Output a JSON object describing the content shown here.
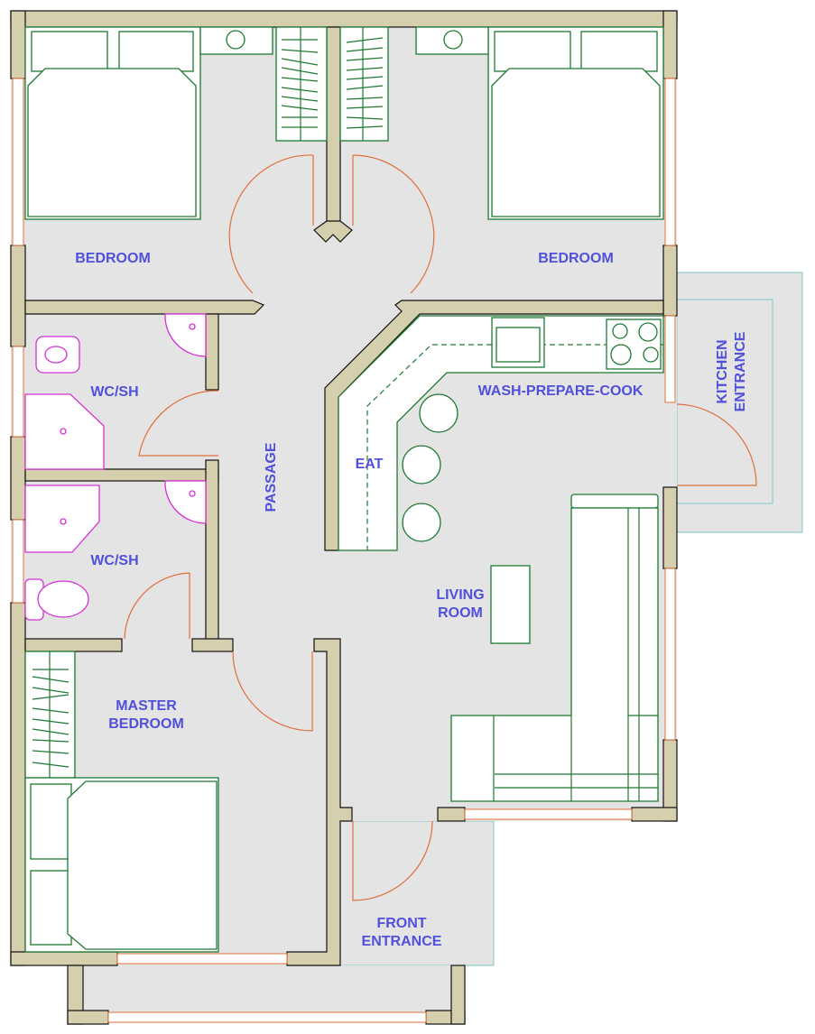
{
  "plan": {
    "rooms": {
      "bedroom_left": "BEDROOM",
      "bedroom_right": "BEDROOM",
      "wc_top": "WC/SH",
      "wc_bottom": "WC/SH",
      "passage": "PASSAGE",
      "eat": "EAT",
      "kitchen": "WASH-PREPARE-COOK",
      "kitchen_entrance_1": "KITCHEN",
      "kitchen_entrance_2": "ENTRANCE",
      "living_1": "LIVING",
      "living_2": "ROOM",
      "master_1": "MASTER",
      "master_2": "BEDROOM",
      "front_1": "FRONT",
      "front_2": "ENTRANCE"
    },
    "colors": {
      "wall": "#d6cfae",
      "floor": "#e4e4e4",
      "furniture": "#1d7a32",
      "door": "#e0703a",
      "sanitary": "#d62fd6",
      "label": "#5050dc"
    }
  }
}
